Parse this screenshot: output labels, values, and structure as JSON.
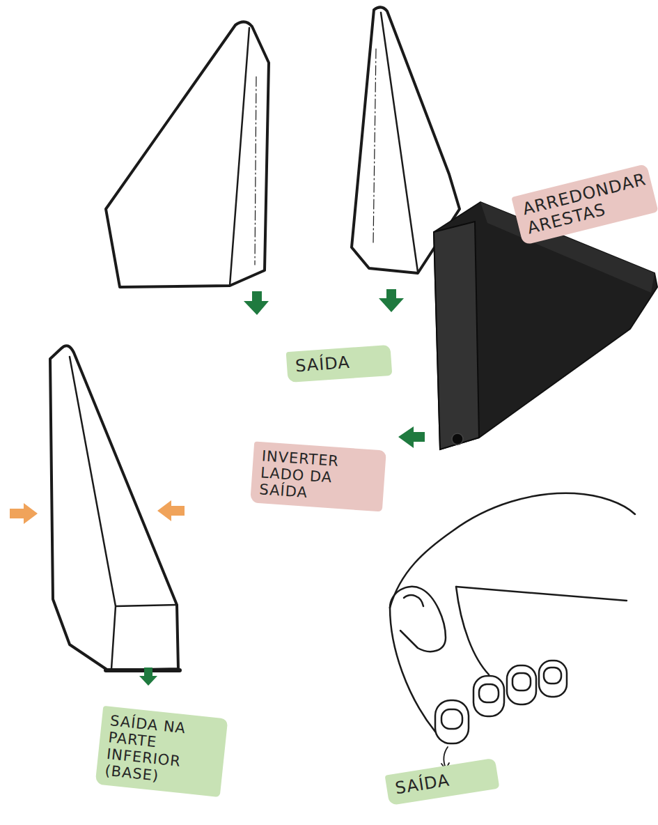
{
  "diagram": {
    "nodes": [
      {
        "text": [
          "ARREDONDAR ARESTAS"
        ]
      },
      {
        "text": [
          "SAÍDA"
        ]
      },
      {
        "text": [
          "INVERTER LADO DA SAÍDA"
        ]
      },
      {
        "text": [
          "SAÍDA NA PARTE INFERIOR (BASE)"
        ]
      },
      {
        "text": [
          "SAÍDA"
        ]
      }
    ]
  }
}
